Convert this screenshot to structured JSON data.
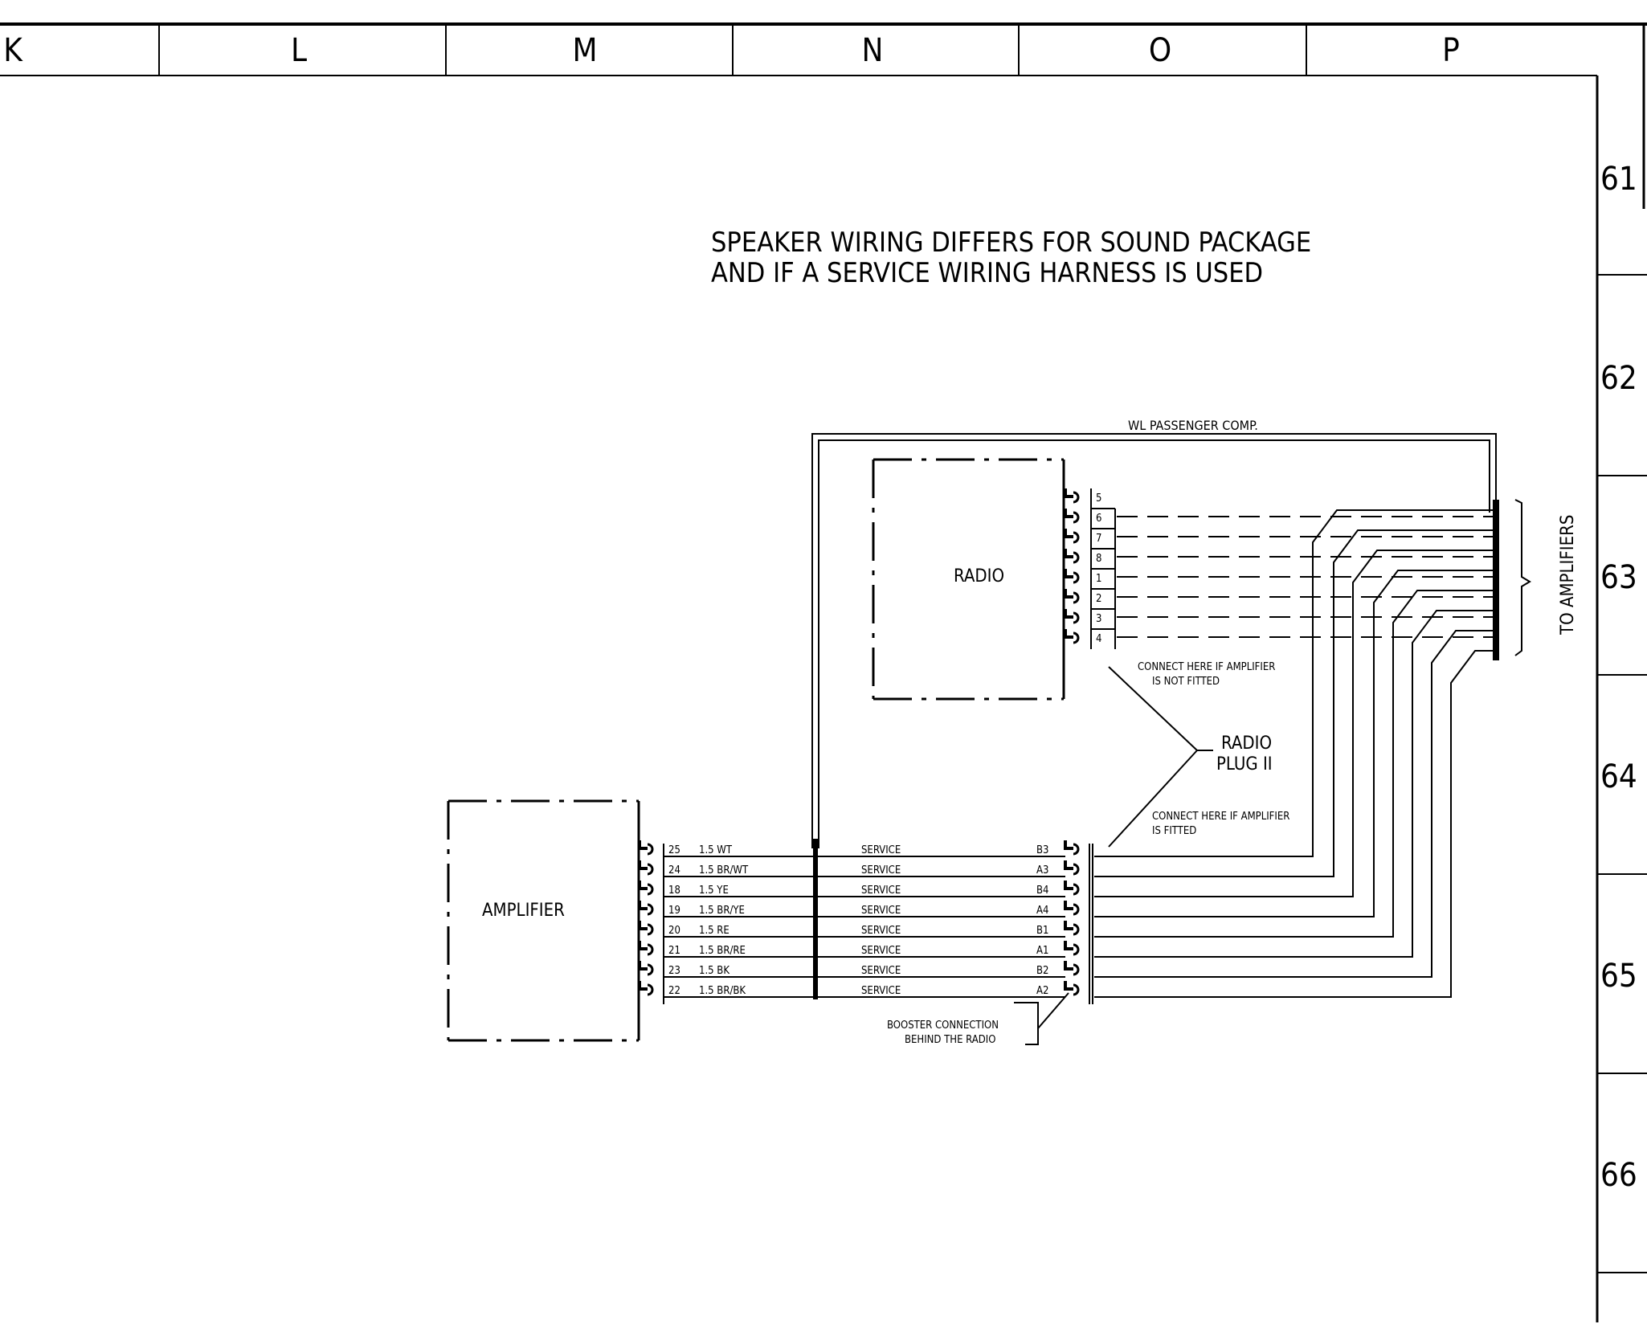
{
  "zones": {
    "columns": [
      "K",
      "L",
      "M",
      "N",
      "O",
      "P"
    ],
    "rows": [
      "61",
      "62",
      "63",
      "64",
      "65",
      "66"
    ]
  },
  "notes": {
    "heading_line1": "SPEAKER WIRING DIFFERS FOR SOUND PACKAGE",
    "heading_line2": "AND IF A SERVICE WIRING HARNESS IS USED",
    "wl_passenger": "WL PASSENGER COMP.",
    "not_fitted_line1": "CONNECT HERE IF AMPLIFIER",
    "not_fitted_line2": "IS NOT FITTED",
    "fitted_line1": "CONNECT HERE IF AMPLIFIER",
    "fitted_line2": "IS FITTED",
    "radio_plug_line1": "RADIO",
    "radio_plug_line2": "PLUG II",
    "booster_line1": "BOOSTER CONNECTION",
    "booster_line2": "BEHIND THE RADIO",
    "to_amplifiers": "TO AMPLIFIERS"
  },
  "components": {
    "radio": "RADIO",
    "amplifier": "AMPLIFIER"
  },
  "radio_pins": [
    "5",
    "6",
    "7",
    "8",
    "1",
    "2",
    "3",
    "4"
  ],
  "amplifier_wires": [
    {
      "pin": "25",
      "wire": "1.5 WT",
      "circuit": "SERVICE",
      "plug_pin": "B3"
    },
    {
      "pin": "24",
      "wire": "1.5 BR/WT",
      "circuit": "SERVICE",
      "plug_pin": "A3"
    },
    {
      "pin": "18",
      "wire": "1.5 YE",
      "circuit": "SERVICE",
      "plug_pin": "B4"
    },
    {
      "pin": "19",
      "wire": "1.5 BR/YE",
      "circuit": "SERVICE",
      "plug_pin": "A4"
    },
    {
      "pin": "20",
      "wire": "1.5 RE",
      "circuit": "SERVICE",
      "plug_pin": "B1"
    },
    {
      "pin": "21",
      "wire": "1.5 BR/RE",
      "circuit": "SERVICE",
      "plug_pin": "A1"
    },
    {
      "pin": "23",
      "wire": "1.5 BK",
      "circuit": "SERVICE",
      "plug_pin": "B2"
    },
    {
      "pin": "22",
      "wire": "1.5 BR/BK",
      "circuit": "SERVICE",
      "plug_pin": "A2"
    }
  ]
}
